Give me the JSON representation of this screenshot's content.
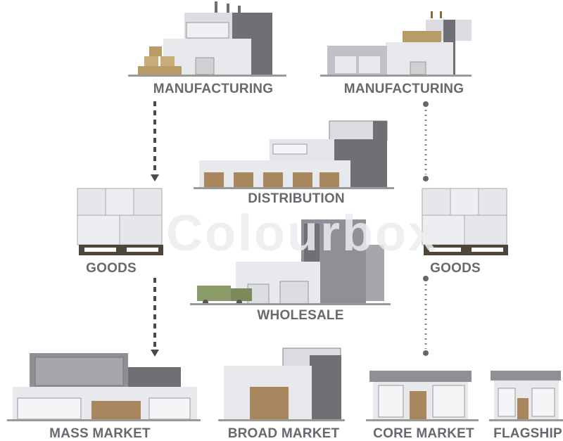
{
  "watermark": "Colourbox",
  "labels": {
    "manufacturing_left": "MANUFACTURING",
    "manufacturing_right": "MANUFACTURING",
    "distribution": "DISTRIBUTION",
    "goods_left": "GOODS",
    "goods_right": "GOODS",
    "wholesale": "WHOLESALE",
    "mass_market": "MASS MARKET",
    "broad_market": "BROAD MARKET",
    "core_market": "CORE MARKET",
    "flagship": "FLAGSHIP"
  },
  "colors": {
    "label": "#666a6e",
    "wall": "#e4e5ea",
    "dark": "#6e7076",
    "door": "#a8875e",
    "truck": "#8a9a68"
  }
}
